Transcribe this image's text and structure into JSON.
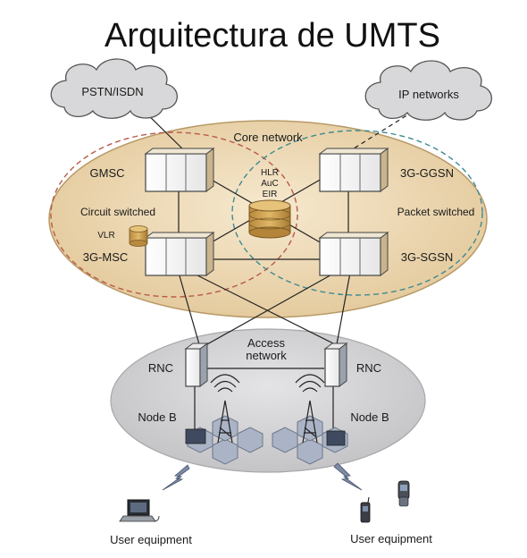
{
  "title": "Arquitectura de UMTS",
  "clouds": {
    "left": "PSTN/ISDN",
    "right": "IP networks"
  },
  "core": {
    "label": "Core network",
    "circuit_domain": "Circuit switched",
    "packet_domain": "Packet switched",
    "gmsc": "GMSC",
    "msc": "3G-MSC",
    "vlr": "VLR",
    "ggsn": "3G-GGSN",
    "sgsn": "3G-SGSN",
    "db_lines": [
      "HLR",
      "AuC",
      "EIR"
    ]
  },
  "access": {
    "label_line1": "Access",
    "label_line2": "network",
    "rnc_left": "RNC",
    "rnc_right": "RNC",
    "nodeb_left": "Node B",
    "nodeb_right": "Node B"
  },
  "user_equipment": {
    "left": "User equipment",
    "right": "User equipment"
  },
  "colors": {
    "core_fill": "#ead6b4",
    "access_fill": "#d4d4d6",
    "cloud_fill": "#d8d8da",
    "db_fill": "#cfa45a",
    "circuit_dash": "#b85a4a",
    "packet_dash": "#3e8a92"
  }
}
